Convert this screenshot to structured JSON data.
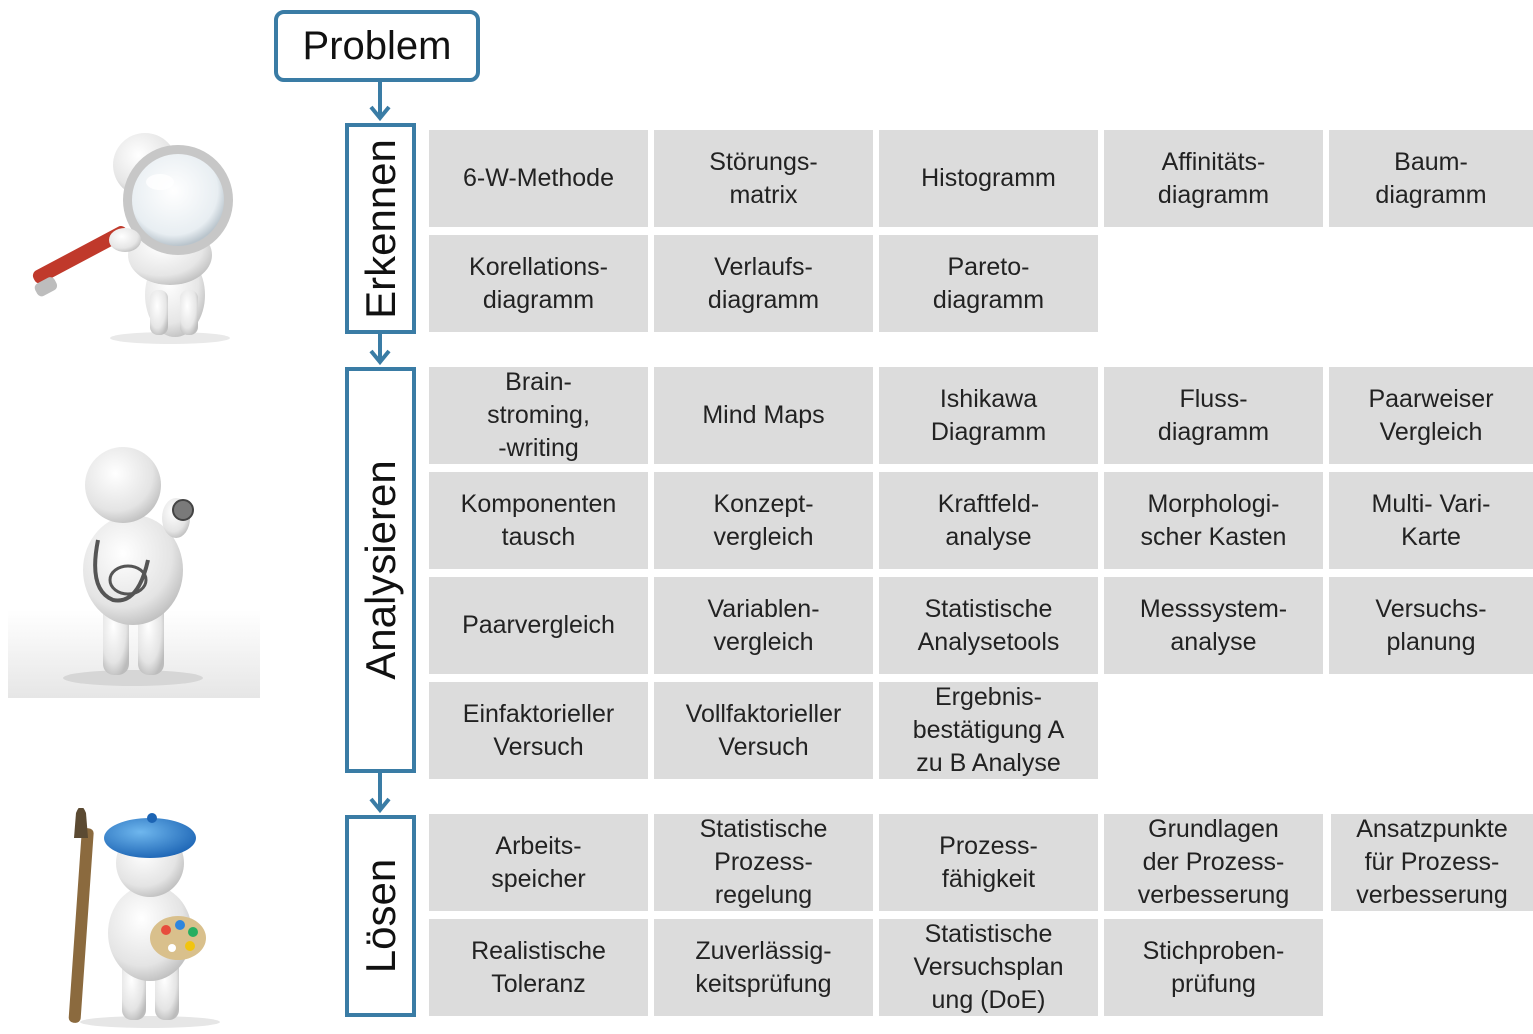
{
  "diagram": {
    "root": {
      "label": "Problem"
    },
    "arrow_color": "#3a7ca5",
    "cell_color": "#dcdcdc",
    "stages": [
      {
        "key": "erkennen",
        "label": "Erkennen",
        "figure_icon": "magnifying-glass-figure-icon",
        "methods": [
          "6-W-Methode",
          "Störungs-\nmatrix",
          "Histogramm",
          "Affinitäts-\ndiagramm",
          "Baum-\ndiagramm",
          "Korellations-\ndiagramm",
          "Verlaufs-\ndiagramm",
          "Pareto-\ndiagramm"
        ]
      },
      {
        "key": "analysieren",
        "label": "Analysieren",
        "figure_icon": "stethoscope-figure-icon",
        "methods": [
          "Brain-\nstroming,\n-writing",
          "Mind Maps",
          "Ishikawa\nDiagramm",
          "Fluss-\ndiagramm",
          "Paarweiser\nVergleich",
          "Komponenten\ntausch",
          "Konzept-\nvergleich",
          "Kraftfeld-\nanalyse",
          "Morphologi-\nscher Kasten",
          "Multi- Vari-\nKarte",
          "Paarvergleich",
          "Variablen-\nvergleich",
          "Statistische\nAnalysetools",
          "Messsystem-\nanalyse",
          "Versuchs-\nplanung",
          "Einfaktorieller\nVersuch",
          "Vollfaktorieller\nVersuch",
          "Ergebnis-\nbestätigung A\nzu B Analyse"
        ]
      },
      {
        "key": "loesen",
        "label": "Lösen",
        "figure_icon": "painter-figure-icon",
        "methods": [
          "Arbeits-\nspeicher",
          "Statistische\nProzess-\nregelung",
          "Prozess-\nfähigkeit",
          "Grundlagen\nder Prozess-\nverbesserung",
          "Ansatzpunkte\nfür Prozess-\nverbesserung",
          "Realistische\nToleranz",
          "Zuverlässig-\nkeitsprüfung",
          "Statistische\nVersuchsplan\nung (DoE)",
          "Stichproben-\nprüfung"
        ]
      }
    ]
  }
}
